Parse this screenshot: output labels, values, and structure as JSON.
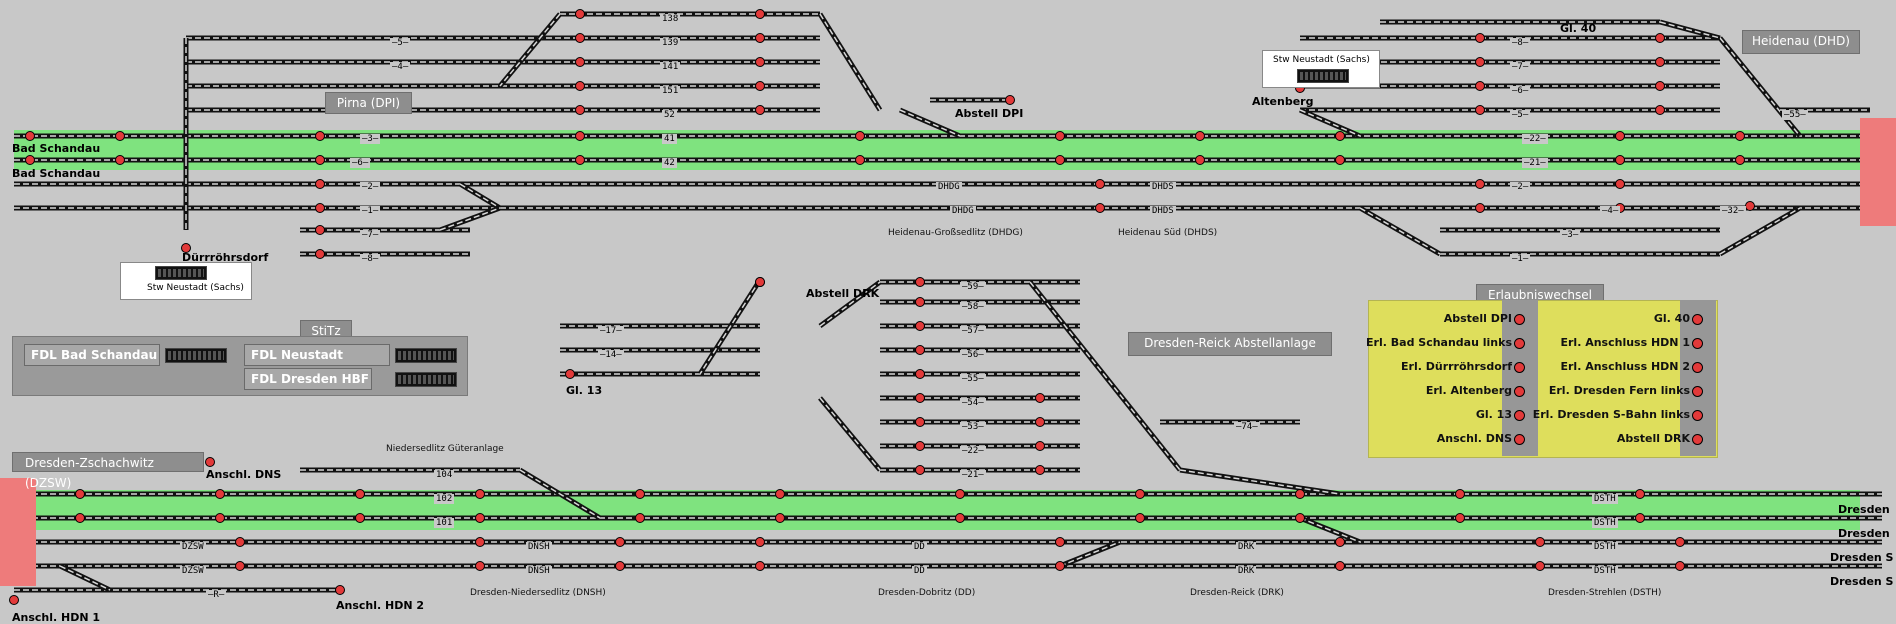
{
  "colors": {
    "background": "#c8c8c8",
    "occupied_track": "#7fe37f",
    "signal_red": "#e23a3a",
    "permission_panel": "#dede5c",
    "boundary_marker": "#ee7b7b"
  },
  "stations": {
    "pirna": "Pirna (DPI)",
    "heidenau": "Heidenau (DHD)",
    "heidenau_grossedlitz": "Heidenau-Großsedlitz (DHDG)",
    "heidenau_sued": "Heidenau Süd (DHDS)",
    "dresden_reick_abstell": "Dresden-Reick Abstellanlage",
    "dresden_zschachwitz": "Dresden-Zschachwitz (DZSW)",
    "dresden_niedersedlitz": "Dresden-Niedersedlitz (DNSH)",
    "dresden_dobritz": "Dresden-Dobritz (DD)",
    "dresden_reick": "Dresden-Reick (DRK)",
    "dresden_strehlen": "Dresden-Strehlen (DSTH)",
    "niedersedlitz_gueter": "Niedersedlitz Güteranlage"
  },
  "endpoints": {
    "bad_schandau_1": "Bad Schandau",
    "bad_schandau_2": "Bad Schandau",
    "duerrroehrsdorf": "Dürrröhrsdorf",
    "abstell_dpi": "Abstell DPI",
    "altenberg": "Altenberg",
    "gl40": "Gl. 40",
    "abstell_drk": "Abstell DRK",
    "gl13": "Gl. 13",
    "anschl_dns": "Anschl. DNS",
    "anschl_hdn1": "Anschl. HDN 1",
    "anschl_hdn2": "Anschl. HDN 2",
    "dresden_1": "Dresden",
    "dresden_2": "Dresden",
    "dresden_s_1": "Dresden S",
    "dresden_s_2": "Dresden S"
  },
  "stw": {
    "neustadt_bottom": "Stw Neustadt (Sachs)",
    "neustadt_top": "Stw Neustadt (Sachs)"
  },
  "stitz": {
    "title": "StiTz",
    "buttons": [
      "FDL Bad Schandau",
      "FDL Neustadt (Sachs)",
      "FDL Dresden HBF"
    ]
  },
  "erlaubniswechsel": {
    "title": "Erlaubniswechsel",
    "left": [
      "Abstell DPI",
      "Erl. Bad Schandau links",
      "Erl. Dürrröhrsdorf",
      "Erl. Altenberg",
      "Gl. 13",
      "Anschl. DNS"
    ],
    "right": [
      "Gl. 40",
      "Erl. Anschluss HDN 1",
      "Erl. Anschluss HDN 2",
      "Erl. Dresden Fern links",
      "Erl. Dresden S-Bahn links",
      "Abstell DRK"
    ]
  },
  "track_labels": {
    "pirna_tracks": [
      "5",
      "4",
      "3",
      "6",
      "2",
      "1",
      "7",
      "8"
    ],
    "pirna_sidings": [
      "138",
      "139",
      "141",
      "151",
      "52",
      "41",
      "42"
    ],
    "heidenau_tracks": [
      "8",
      "7",
      "6",
      "5",
      "55",
      "22",
      "21",
      "2",
      "4",
      "32",
      "3",
      "1"
    ],
    "reick_tracks": [
      "17",
      "14",
      "59",
      "58",
      "57",
      "56",
      "55",
      "54",
      "53",
      "22",
      "21",
      "74"
    ],
    "lower_tracks": [
      "104",
      "102",
      "101",
      "R"
    ],
    "dhdg": "DHDG",
    "dhds": "DHDS",
    "dzsw": "DZSW",
    "dnsh": "DNSH",
    "dd": "DD",
    "drk": "DRK",
    "dsth": "DSTH"
  }
}
